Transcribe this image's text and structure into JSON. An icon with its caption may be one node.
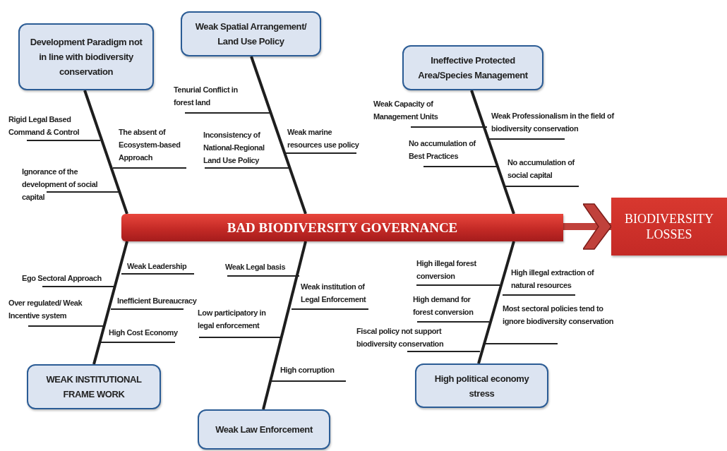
{
  "diagram": {
    "nodes": [
      {
        "text": [
          "Development Paradigm not in line with biodiversity conservation"
        ]
      },
      {
        "text": [
          "Weak Spatial Arrangement/ Land Use Policy"
        ]
      },
      {
        "text": [
          "Ineffective Protected Area/Species Management"
        ]
      },
      {
        "text": [
          "BAD BIODIVERSITY GOVERNANCE"
        ]
      },
      {
        "text": [
          "BIODIVERSITY LOSSES"
        ]
      },
      {
        "text": [
          "WEAK INSTITUTIONAL FRAME WORK"
        ]
      },
      {
        "text": [
          "Weak Law Enforcement"
        ]
      },
      {
        "text": [
          "High political economy stress"
        ]
      }
    ],
    "edges": [
      {
        "from": 0,
        "to": 3,
        "arrow": "none"
      },
      {
        "from": 1,
        "to": 3,
        "arrow": "none"
      },
      {
        "from": 2,
        "to": 3,
        "arrow": "none"
      },
      {
        "from": 5,
        "to": 3,
        "arrow": "none"
      },
      {
        "from": 6,
        "to": 3,
        "arrow": "none"
      },
      {
        "from": 7,
        "to": 3,
        "arrow": "none"
      },
      {
        "from": 3,
        "to": 4,
        "arrow": "to",
        "style": "thick",
        "color": "#c0413b"
      }
    ],
    "labels": [
      "Rigid Legal Based Command & Control",
      "The absent of Ecosystem-based Approach",
      "Ignorance of the development of social capital",
      "Tenurial Conflict in forest land",
      "Inconsistency of National-Regional Land Use Policy",
      "Weak marine resources use policy",
      "Weak Capacity of Management Units",
      "Weak Professionalism in the field of biodiversity conservation",
      "No accumulation of Best Practices",
      "No accumulation of social capital",
      "Weak Leadership",
      "Ego Sectoral Approach",
      "Inefficient Bureaucracy",
      "Over regulated/ Weak Incentive system",
      "High Cost Economy",
      "Weak Legal basis",
      "Weak institution of Legal Enforcement",
      "Low participatory in legal enforcement",
      "High corruption",
      "High illegal forest conversion",
      "High illegal extraction of natural resources",
      "High demand for forest conversion",
      "Most sectoral policies tend to ignore biodiversity conservation",
      "Fiscal policy not support biodiversity conservation"
    ]
  }
}
